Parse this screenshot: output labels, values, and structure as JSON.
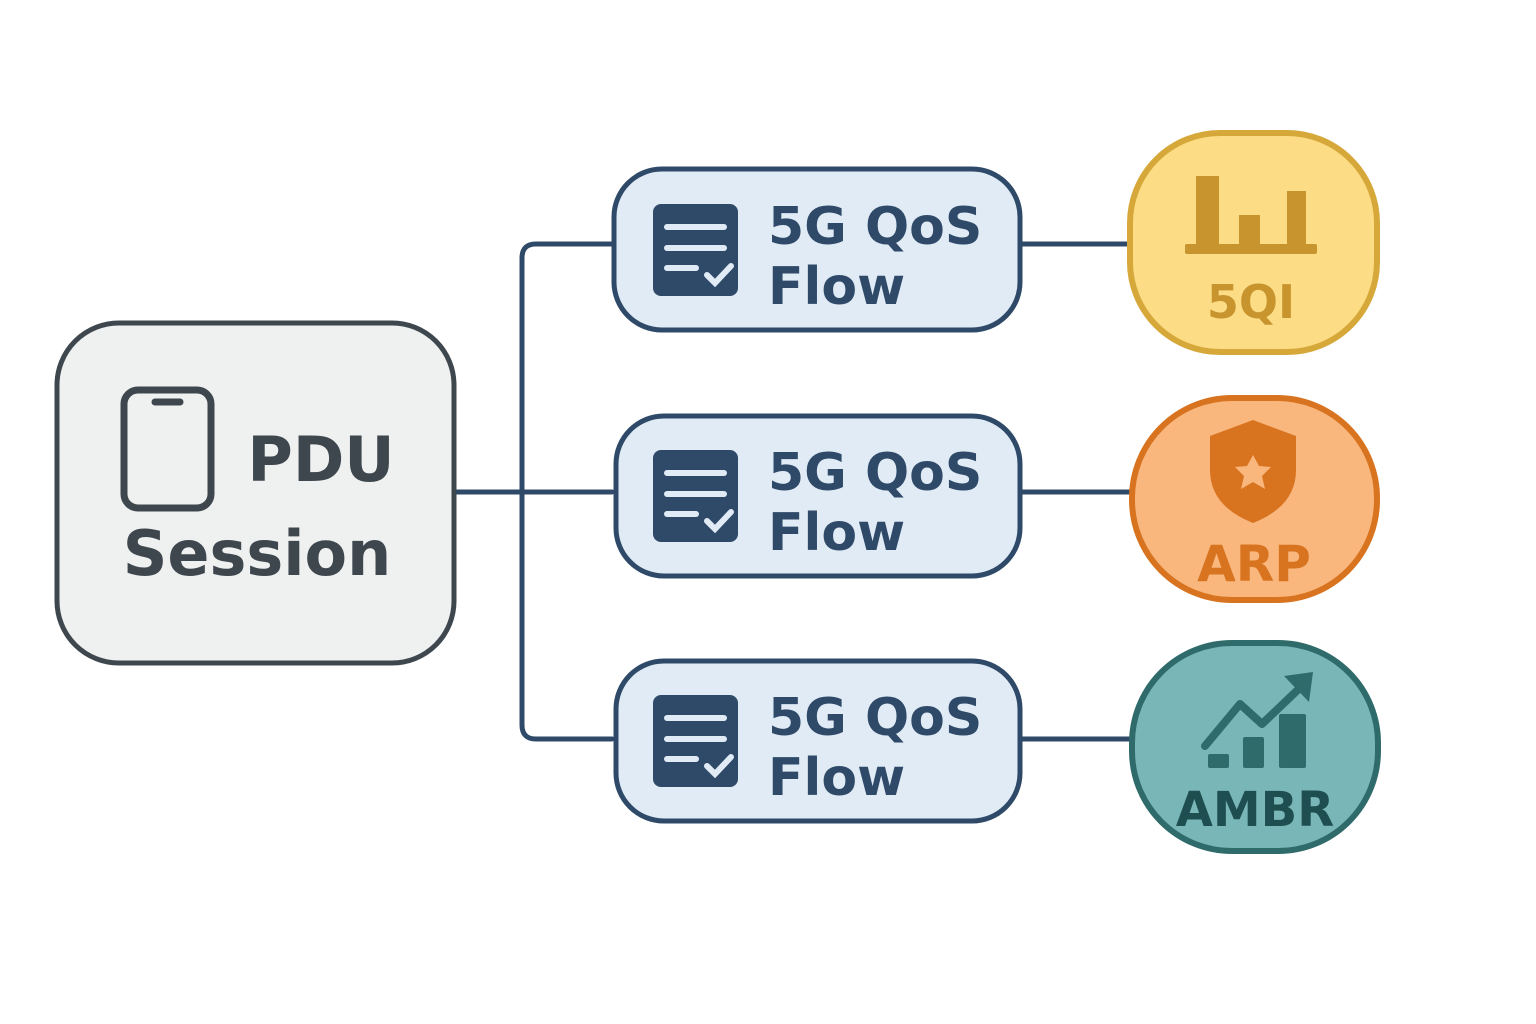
{
  "pdu_session": {
    "line1": "PDU",
    "line2": "Session",
    "icon": "smartphone-icon"
  },
  "qos_flows": [
    {
      "line1": "5G QoS",
      "line2": "Flow",
      "icon": "document-check-icon"
    },
    {
      "line1": "5G QoS",
      "line2": "Flow",
      "icon": "document-check-icon"
    },
    {
      "line1": "5G QoS",
      "line2": "Flow",
      "icon": "document-check-icon"
    }
  ],
  "parameters": [
    {
      "label": "5QI",
      "icon": "bar-chart-icon"
    },
    {
      "label": "ARP",
      "icon": "shield-star-icon"
    },
    {
      "label": "AMBR",
      "icon": "trending-up-chart-icon"
    }
  ],
  "colors": {
    "connector": "#2e4a68",
    "pdu_fill": "#eff0f0",
    "pdu_border": "#3f474e",
    "pdu_text": "#3f474e",
    "flow_fill": "#e1ebf6",
    "flow_border": "#2e4a68",
    "flow_text": "#2e4a68",
    "fiveqi_fill": "#fcdc85",
    "fiveqi_border": "#d6a83a",
    "fiveqi_text": "#c7942e",
    "arp_fill": "#f9b77d",
    "arp_border": "#d8731f",
    "arp_text": "#d87420",
    "ambr_fill": "#79b6b8",
    "ambr_border": "#2f6b6a",
    "ambr_text": "#1f4e50"
  }
}
